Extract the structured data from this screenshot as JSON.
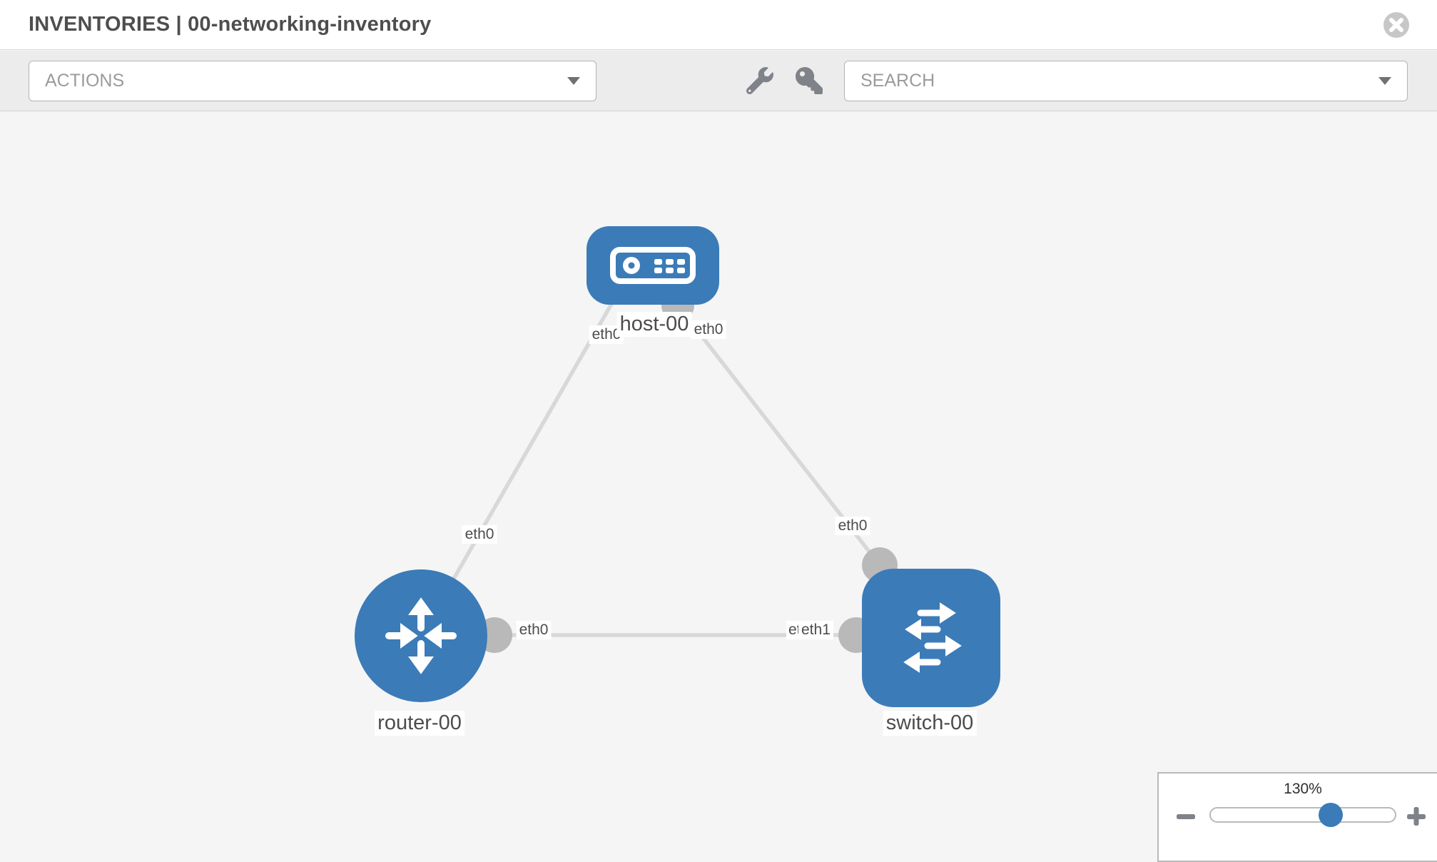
{
  "header": {
    "title": "INVENTORIES | 00-networking-inventory"
  },
  "toolbar": {
    "actions_label": "ACTIONS",
    "search_label": "SEARCH",
    "icons": [
      "wrench-icon",
      "key-icon"
    ]
  },
  "diagram": {
    "nodes": [
      {
        "id": "host-00",
        "type": "host",
        "label": "host-00",
        "icon": "host-server-icon"
      },
      {
        "id": "router-00",
        "type": "router",
        "label": "router-00",
        "icon": "router-arrows-icon"
      },
      {
        "id": "switch-00",
        "type": "switch",
        "label": "switch-00",
        "icon": "switch-arrows-icon"
      }
    ],
    "links": [
      {
        "from": "host-00",
        "to": "router-00",
        "from_interface": "eth0",
        "to_interface": "eth0"
      },
      {
        "from": "host-00",
        "to": "switch-00",
        "from_interface": "eth0",
        "to_interface": "eth0"
      },
      {
        "from": "router-00",
        "to": "switch-00",
        "from_interface": "eth0",
        "to_interface": "eth1",
        "overlapped_label": "eth0"
      }
    ]
  },
  "zoom_control": {
    "level": "130%"
  },
  "colors": {
    "node_blue": "#3b7bb8",
    "link_gray": "#d8d8d8",
    "port_gray": "#b9b9b9",
    "toolbar_bg": "#ececec"
  }
}
